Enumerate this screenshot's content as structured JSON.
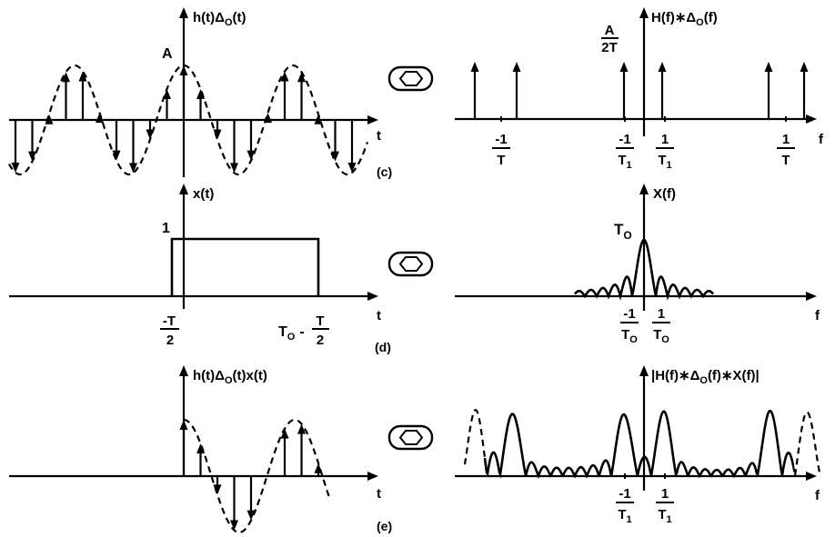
{
  "panels": {
    "c": {
      "tag": "(c)",
      "time": {
        "y_label": "h(t)Δ",
        "y_label_sub": "O",
        "y_label_tail": "(t)",
        "amp": "A",
        "x_label": "t"
      },
      "freq": {
        "y_label": "H(f)∗Δ",
        "y_label_sub": "O",
        "y_label_tail": "(f)",
        "amp_num": "A",
        "amp_den": "2T",
        "ticks": [
          {
            "num": "-1",
            "den": "T",
            "sub": ""
          },
          {
            "num": "-1",
            "den": "T",
            "sub": "1"
          },
          {
            "num": "1",
            "den": "T",
            "sub": "1"
          },
          {
            "num": "1",
            "den": "T",
            "sub": ""
          }
        ],
        "x_label": "f"
      }
    },
    "d": {
      "tag": "(d)",
      "time": {
        "y_label": "x(t)",
        "amp": "1",
        "left_num": "-T",
        "left_den": "2",
        "right_prefix": "T",
        "right_prefix_sub": "O",
        "right_mid": "-",
        "right_num": "T",
        "right_den": "2",
        "x_label": "t"
      },
      "freq": {
        "y_label": "X(f)",
        "peak": "T",
        "peak_sub": "O",
        "ticks": [
          {
            "num": "-1",
            "den": "T",
            "sub": "O"
          },
          {
            "num": "1",
            "den": "T",
            "sub": "O"
          }
        ],
        "x_label": "f"
      }
    },
    "e": {
      "tag": "(e)",
      "time": {
        "y_label": "h(t)Δ",
        "y_label_sub": "O",
        "y_label_tail": "(t)x(t)",
        "x_label": "t"
      },
      "freq": {
        "y_label": "|H(f)∗Δ",
        "y_label_sub": "O",
        "y_label_tail": "(f)∗X(f)|",
        "ticks": [
          {
            "num": "-1",
            "den": "T",
            "sub": "1"
          },
          {
            "num": "1",
            "den": "T",
            "sub": "1"
          }
        ],
        "x_label": "f"
      }
    }
  }
}
